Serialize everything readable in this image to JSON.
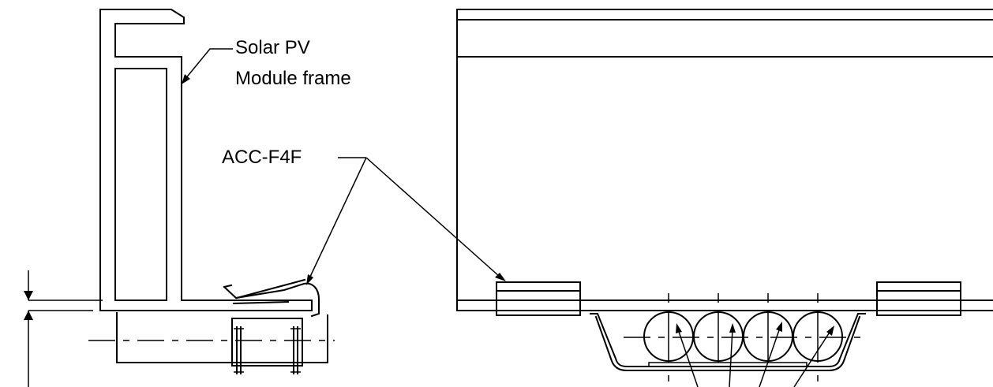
{
  "labels": {
    "module_frame_line1": "Solar PV",
    "module_frame_line2": "Module frame",
    "clip_part": "ACC-F4F"
  },
  "style": {
    "line_color": "#000000",
    "background": "#ffffff"
  }
}
